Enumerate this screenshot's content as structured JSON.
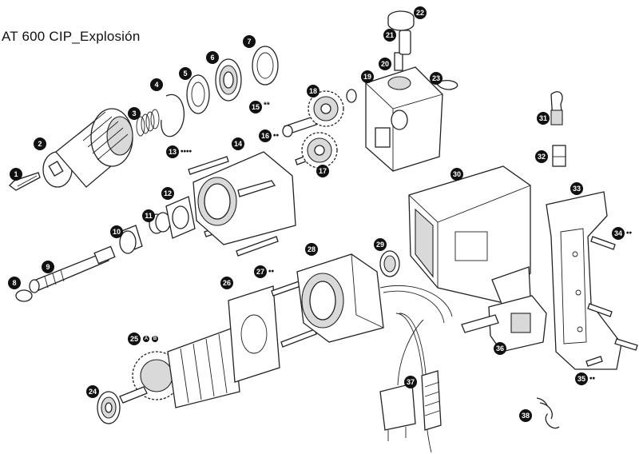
{
  "title": "AT 600 CIP_Explosión",
  "callouts": [
    {
      "n": "1"
    },
    {
      "n": "2"
    },
    {
      "n": "3"
    },
    {
      "n": "4"
    },
    {
      "n": "5"
    },
    {
      "n": "6"
    },
    {
      "n": "7"
    },
    {
      "n": "8"
    },
    {
      "n": "9"
    },
    {
      "n": "10"
    },
    {
      "n": "11"
    },
    {
      "n": "12"
    },
    {
      "n": "13"
    },
    {
      "n": "14"
    },
    {
      "n": "15"
    },
    {
      "n": "16"
    },
    {
      "n": "17"
    },
    {
      "n": "18"
    },
    {
      "n": "19"
    },
    {
      "n": "20"
    },
    {
      "n": "21"
    },
    {
      "n": "22"
    },
    {
      "n": "23"
    },
    {
      "n": "24"
    },
    {
      "n": "25"
    },
    {
      "n": "26"
    },
    {
      "n": "27"
    },
    {
      "n": "28"
    },
    {
      "n": "29"
    },
    {
      "n": "30"
    },
    {
      "n": "31"
    },
    {
      "n": "32"
    },
    {
      "n": "33"
    },
    {
      "n": "34"
    },
    {
      "n": "35"
    },
    {
      "n": "36"
    },
    {
      "n": "37"
    },
    {
      "n": "38"
    }
  ],
  "quantity_marks": {
    "m13": "••••",
    "m15": "**",
    "m16": "••",
    "m27": "••",
    "m34": "••",
    "m35": "••"
  },
  "sub_labels": {
    "a": "A",
    "b": "B"
  }
}
